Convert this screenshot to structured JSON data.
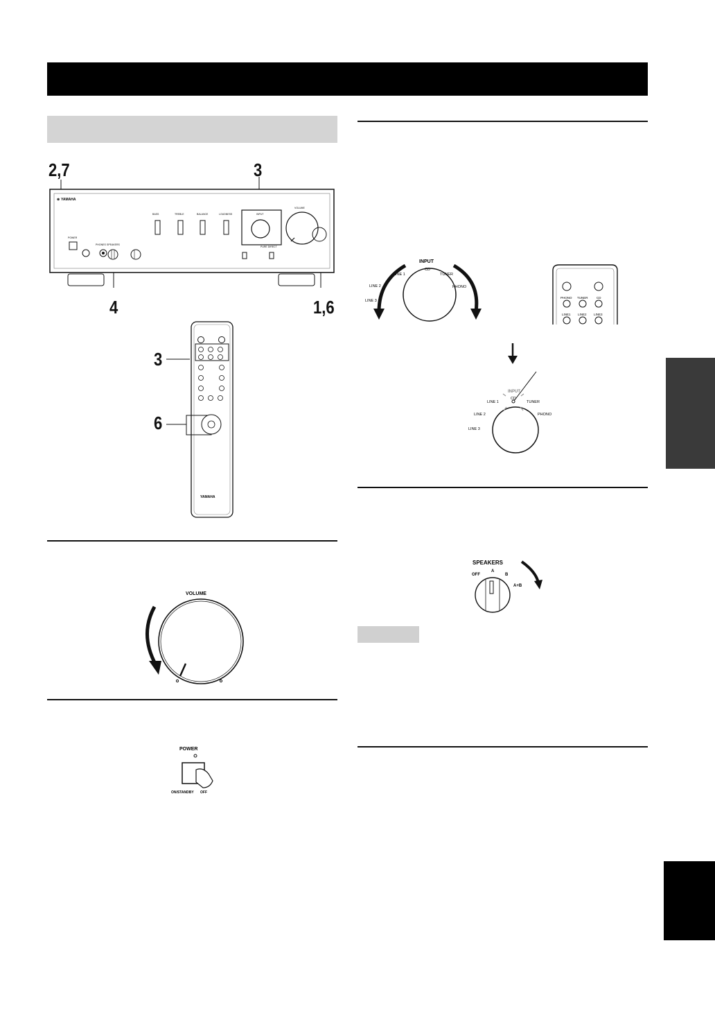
{
  "callouts": {
    "power_steps": "2,7",
    "input_step": "3",
    "speakers_step": "4",
    "volume_steps": "1,6",
    "remote_input_step": "3",
    "remote_volume_step": "6"
  },
  "front_panel": {
    "brand": "YAMAHA",
    "controls": [
      "POWER",
      "PHONES",
      "SPEAKERS",
      "PURE DIRECT",
      "BASS",
      "TREBLE",
      "BALANCE",
      "LOUDNESS",
      "INPUT",
      "VOLUME"
    ]
  },
  "input_knob": {
    "title": "INPUT",
    "positions": [
      "LINE 3",
      "LINE 2",
      "LINE 1",
      "CD",
      "TUNER",
      "PHONO"
    ]
  },
  "remote_buttons": [
    "PHONO",
    "TUNER",
    "CD",
    "LINE1",
    "LINE2",
    "LINE3"
  ],
  "volume_knob": {
    "title": "VOLUME"
  },
  "power_switch": {
    "title": "POWER",
    "on_label": "ON/STANDBY",
    "off_label": "OFF"
  },
  "speakers_knob": {
    "title": "SPEAKERS",
    "positions": [
      "OFF",
      "A",
      "B",
      "A+B"
    ]
  },
  "remote": {
    "brand": "YAMAHA"
  }
}
